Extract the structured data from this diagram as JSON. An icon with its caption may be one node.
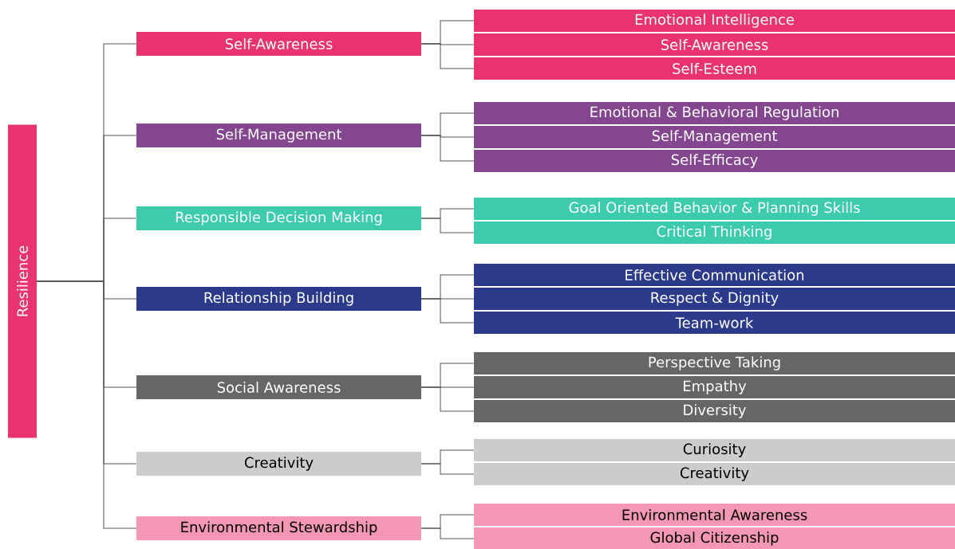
{
  "diagram": {
    "nodes": [
      {
        "text": [
          "Resilience"
        ]
      },
      {
        "text": [
          "Self-Awareness"
        ]
      },
      {
        "text": [
          "Emotional Intelligence"
        ]
      },
      {
        "text": [
          "Self-Awareness"
        ]
      },
      {
        "text": [
          "Self-Esteem"
        ]
      },
      {
        "text": [
          "Self-Management"
        ]
      },
      {
        "text": [
          "Emotional & Behavioral Regulation"
        ]
      },
      {
        "text": [
          "Self-Management"
        ]
      },
      {
        "text": [
          "Self-Efficacy"
        ]
      },
      {
        "text": [
          "Responsible Decision Making"
        ]
      },
      {
        "text": [
          "Goal Oriented Behavior & Planning Skills"
        ]
      },
      {
        "text": [
          "Critical Thinking"
        ]
      },
      {
        "text": [
          "Relationship Building"
        ]
      },
      {
        "text": [
          "Effective Communication"
        ]
      },
      {
        "text": [
          "Respect & Dignity"
        ]
      },
      {
        "text": [
          "Team-work"
        ]
      },
      {
        "text": [
          "Social Awareness"
        ]
      },
      {
        "text": [
          "Perspective Taking"
        ]
      },
      {
        "text": [
          "Empathy"
        ]
      },
      {
        "text": [
          "Diversity"
        ]
      },
      {
        "text": [
          "Creativity"
        ]
      },
      {
        "text": [
          "Curiosity"
        ]
      },
      {
        "text": [
          "Creativity"
        ]
      },
      {
        "text": [
          "Environmental Stewardship"
        ]
      },
      {
        "text": [
          "Environmental Awareness"
        ]
      },
      {
        "text": [
          "Global Citizenship"
        ]
      }
    ],
    "edges": [
      {
        "from": 0,
        "to": 1,
        "arrow": "none"
      },
      {
        "from": 0,
        "to": 5,
        "arrow": "none"
      },
      {
        "from": 0,
        "to": 9,
        "arrow": "none"
      },
      {
        "from": 0,
        "to": 12,
        "arrow": "none"
      },
      {
        "from": 0,
        "to": 16,
        "arrow": "none"
      },
      {
        "from": 0,
        "to": 20,
        "arrow": "none"
      },
      {
        "from": 0,
        "to": 23,
        "arrow": "none"
      },
      {
        "from": 1,
        "to": 2,
        "arrow": "none"
      },
      {
        "from": 1,
        "to": 3,
        "arrow": "none"
      },
      {
        "from": 1,
        "to": 4,
        "arrow": "none"
      },
      {
        "from": 5,
        "to": 6,
        "arrow": "none"
      },
      {
        "from": 5,
        "to": 7,
        "arrow": "none"
      },
      {
        "from": 5,
        "to": 8,
        "arrow": "none"
      },
      {
        "from": 9,
        "to": 10,
        "arrow": "none"
      },
      {
        "from": 9,
        "to": 11,
        "arrow": "none"
      },
      {
        "from": 12,
        "to": 13,
        "arrow": "none"
      },
      {
        "from": 12,
        "to": 14,
        "arrow": "none"
      },
      {
        "from": 12,
        "to": 15,
        "arrow": "none"
      },
      {
        "from": 16,
        "to": 17,
        "arrow": "none"
      },
      {
        "from": 16,
        "to": 18,
        "arrow": "none"
      },
      {
        "from": 16,
        "to": 19,
        "arrow": "none"
      },
      {
        "from": 20,
        "to": 21,
        "arrow": "none"
      },
      {
        "from": 20,
        "to": 22,
        "arrow": "none"
      },
      {
        "from": 23,
        "to": 24,
        "arrow": "none"
      },
      {
        "from": 23,
        "to": 25,
        "arrow": "none"
      }
    ]
  }
}
